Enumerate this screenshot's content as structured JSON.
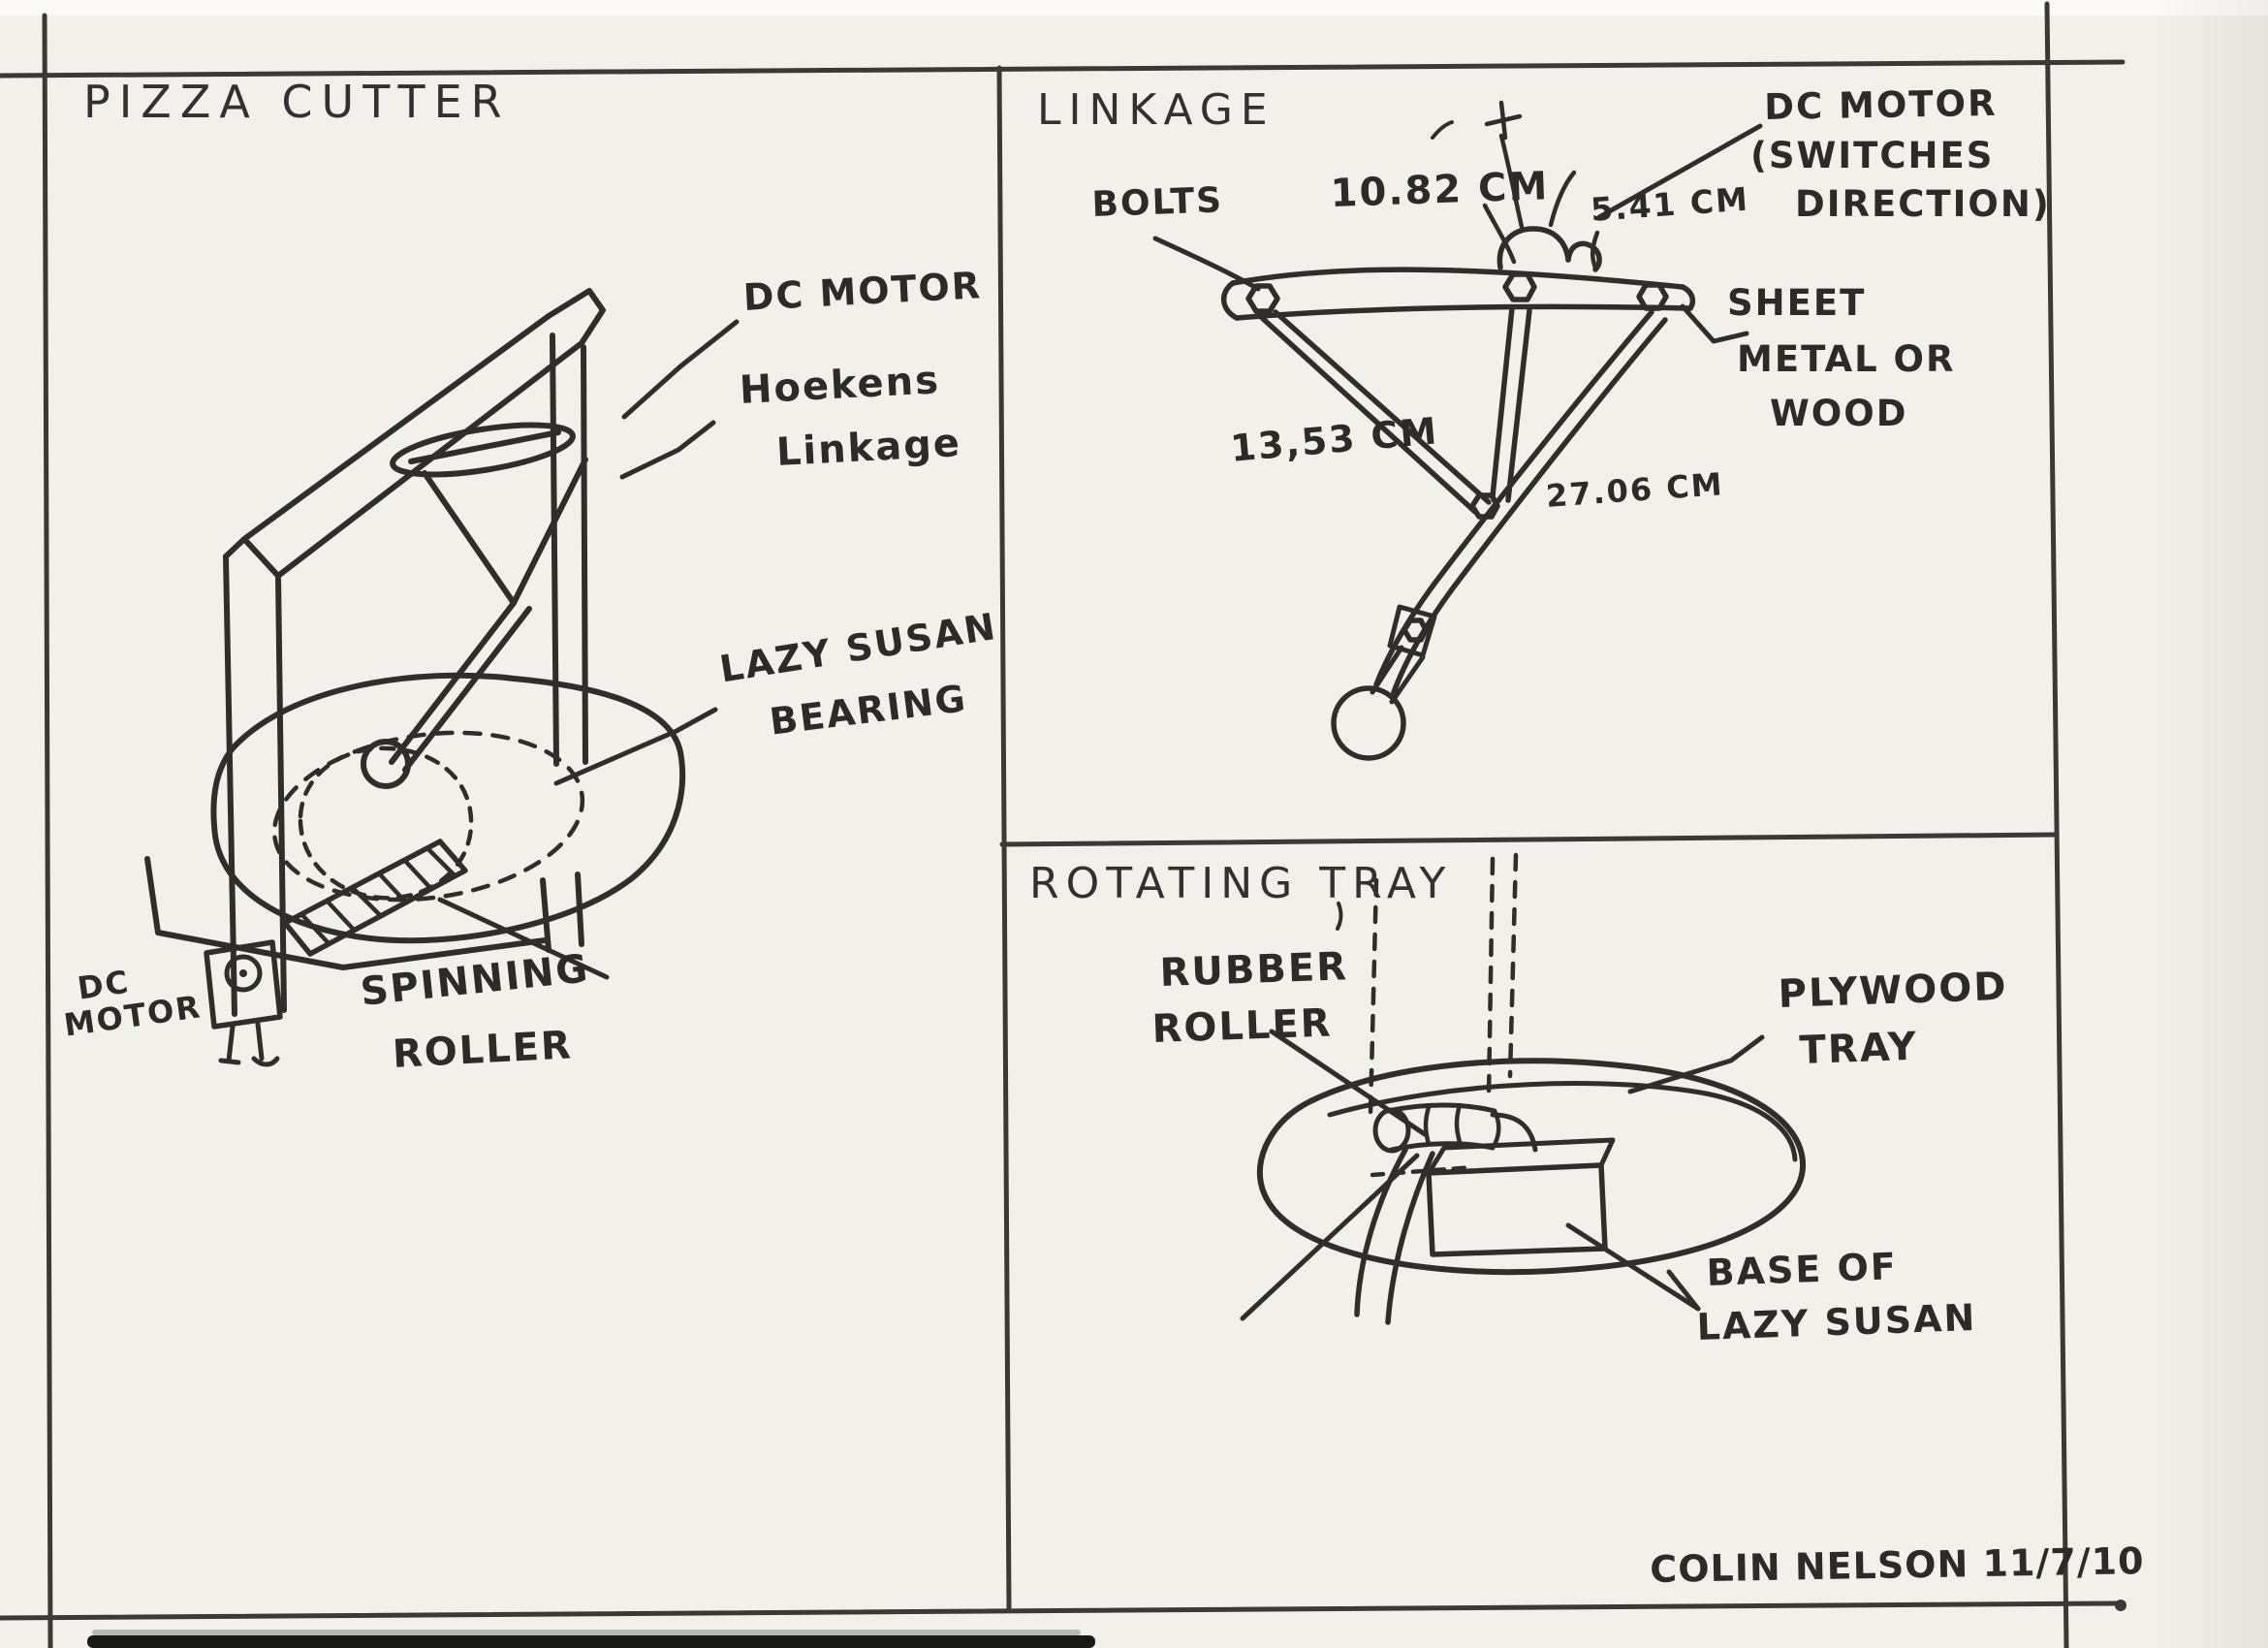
{
  "colors": {
    "ink": "#2c2b28",
    "paper": "#f2f0eb",
    "border": "#3a3936"
  },
  "panels": {
    "pizza_cutter": {
      "title": "PIZZA CUTTER",
      "labels": {
        "dc_motor_top": "DC MOTOR",
        "hoekens_line1": "Hoekens",
        "hoekens_line2": "Linkage",
        "lazy_susan_line1": "LAZY SUSAN",
        "lazy_susan_line2": "BEARING",
        "dc_motor_bottom_line1": "DC",
        "dc_motor_bottom_line2": "MOTOR",
        "spinning_roller_line1": "SPINNING",
        "spinning_roller_line2": "ROLLER"
      }
    },
    "linkage": {
      "title": "LINKAGE",
      "labels": {
        "bolts": "BOLTS",
        "dim_top_bar": "10.82 CM",
        "dim_short_link": "5.41 CM",
        "dc_motor_line1": "DC MOTOR",
        "dc_motor_line2": "(SWITCHES",
        "dc_motor_line3": "DIRECTION)",
        "material_line1": "SHEET",
        "material_line2": "METAL OR",
        "material_line3": "WOOD",
        "dim_left_side": "13,53 CM",
        "dim_long_arm": "27.06 CM"
      }
    },
    "rotating_tray": {
      "title": "ROTATING TRAY",
      "labels": {
        "rubber_roller_line1": "RUBBER",
        "rubber_roller_line2": "ROLLER",
        "plywood_tray_line1": "PLYWOOD",
        "plywood_tray_line2": "TRAY",
        "base_line1": "BASE OF",
        "base_line2": "LAZY SUSAN"
      }
    }
  },
  "signature": "COLIN NELSON 11/7/10"
}
